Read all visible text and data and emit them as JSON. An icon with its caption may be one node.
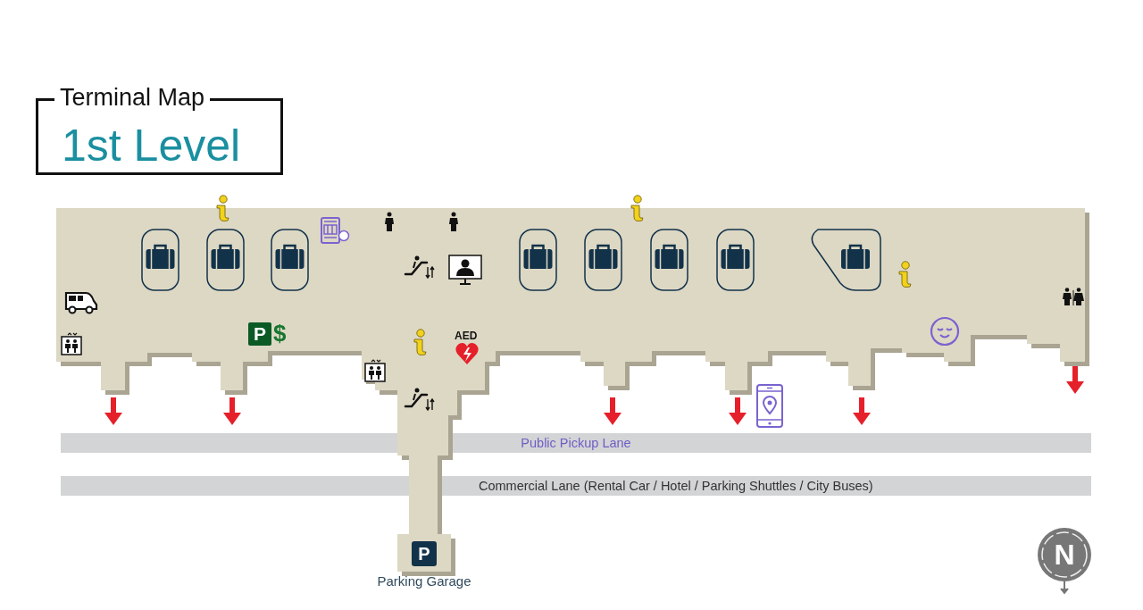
{
  "diagram": {
    "nodes": [
      {
        "text": [
          "Terminal Map",
          "1st Level"
        ]
      },
      {
        "text": [
          "Public Pickup Lane"
        ]
      },
      {
        "text": [
          "Commercial Lane (Rental Car / Hotel / Parking Shuttles / City Buses)"
        ]
      },
      {
        "text": [
          "Parking Garage"
        ]
      }
    ],
    "labels": [
      "P",
      "$",
      "AED",
      "P",
      "N"
    ]
  }
}
